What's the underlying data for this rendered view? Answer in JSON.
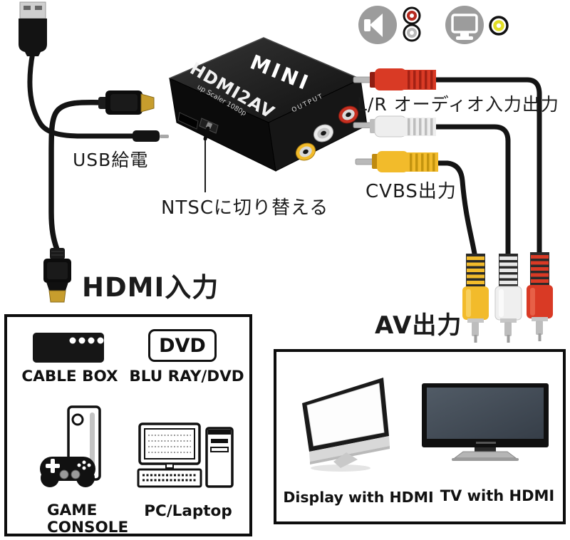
{
  "labels": {
    "usb_power": "USB給電",
    "ntsc_switch": "NTSCに切り替える",
    "hdmi_input": "HDMI入力",
    "lr_audio_io": "L/R オーディオ入力出力",
    "cvbs_output": "CVBS出力",
    "av_output": "AV出力"
  },
  "device": {
    "brand": "MINI",
    "model": "HDMI2AV",
    "scaler": "up Scaler 1080p",
    "output": "OUTPUT"
  },
  "source_panel": {
    "cable_box": "CABLE BOX",
    "dvd_badge": "DVD",
    "blu_ray": "BLU RAY/DVD",
    "game_console": "GAME CONSOLE",
    "pc_laptop": "PC/Laptop"
  },
  "display_panel": {
    "display": "Display with HDMI",
    "tv": "TV with HDMI"
  },
  "icons": {
    "top_right": [
      "speaker-icon",
      "rca-red-icon",
      "rca-white-icon",
      "monitor-icon",
      "rca-yellow-icon"
    ],
    "source_panel": [
      "cable-box-icon",
      "dvd-badge",
      "game-console-icon",
      "pc-icon"
    ],
    "display_panel": [
      "imac-display-icon",
      "tv-icon"
    ]
  },
  "colors": {
    "rca_red": "#d93a25",
    "rca_white": "#eeeeee",
    "rca_yellow": "#f2bb2b",
    "hdmi_gold": "#c79d2d",
    "device_black": "#141414",
    "background": "#ffffff"
  }
}
